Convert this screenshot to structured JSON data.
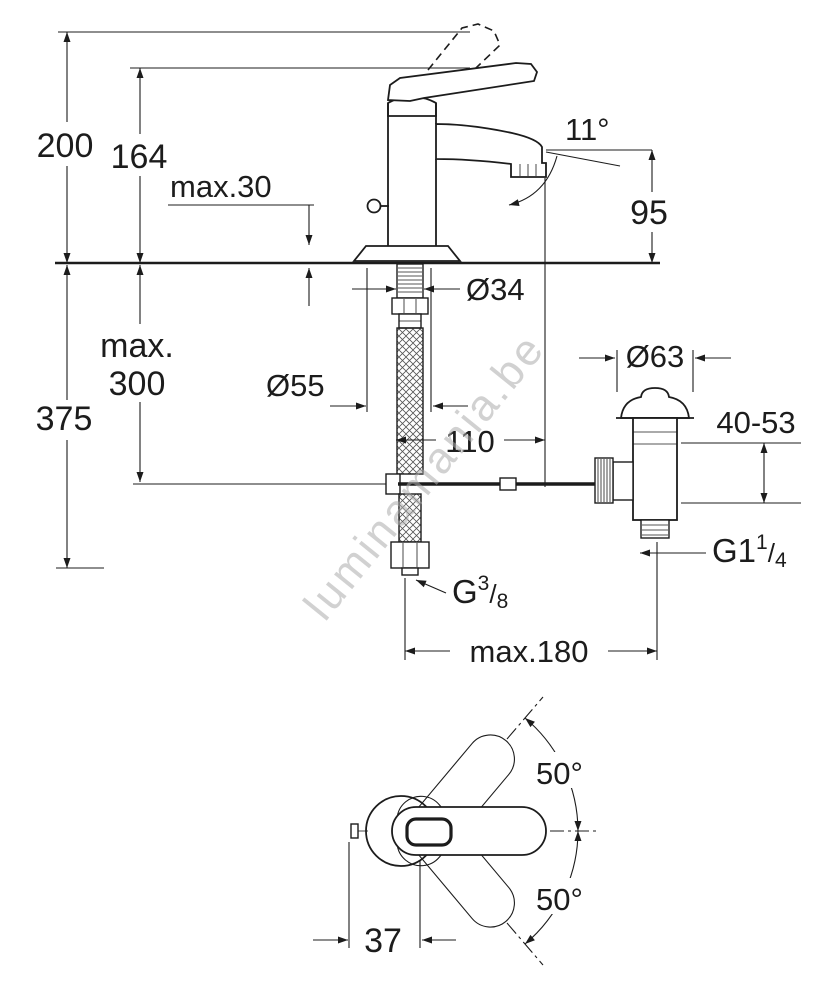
{
  "watermark": {
    "text": "luminamania.be"
  },
  "side_view": {
    "labels": {
      "total_height": "200",
      "body_height": "164",
      "deck_thickness": "max.30",
      "spout_angle": "11°",
      "spout_height": "95",
      "hole_diameter": "Ø34",
      "hose_max_line1": "max.",
      "hose_max_line2": "300",
      "total_depth": "375",
      "base_diameter": "Ø55",
      "spout_reach": "110",
      "waste_diameter": "Ø63",
      "waste_height_range": "40-53",
      "waste_thread": {
        "base": "G1",
        "sup": "1",
        "slash": "/",
        "sub": "4"
      },
      "hose_thread": {
        "base": "G",
        "sup": "3",
        "slash": "/",
        "sub": "8"
      },
      "max_distance": "max.180"
    }
  },
  "top_view": {
    "labels": {
      "swivel_upper": "50°",
      "swivel_lower": "50°",
      "rod_offset": "37"
    }
  }
}
